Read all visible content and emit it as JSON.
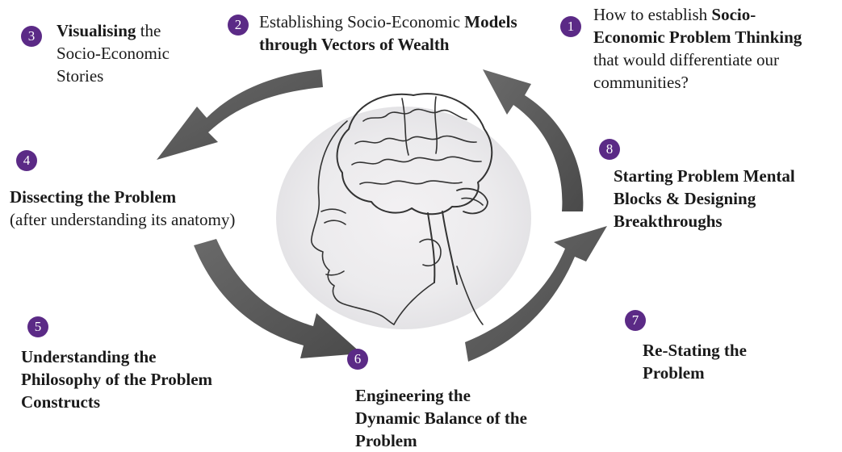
{
  "colors": {
    "badge": "#5b2a86",
    "arrow": "#5a5a5a",
    "text": "#1a1a1a"
  },
  "center_image": "human-head-with-brain-illustration",
  "steps": [
    {
      "number": "1",
      "lines": [
        [
          {
            "t": "How to establish ",
            "b": false
          },
          {
            "t": "Socio-",
            "b": true
          }
        ],
        [
          {
            "t": "Economic Problem Thinking",
            "b": true
          }
        ],
        [
          {
            "t": "that would differentiate our",
            "b": false
          }
        ],
        [
          {
            "t": "communities?",
            "b": false
          }
        ]
      ]
    },
    {
      "number": "2",
      "lines": [
        [
          {
            "t": "Establishing Socio-Economic ",
            "b": false
          },
          {
            "t": "Models",
            "b": true
          }
        ],
        [
          {
            "t": "through Vectors of Wealth",
            "b": true
          }
        ]
      ]
    },
    {
      "number": "3",
      "lines": [
        [
          {
            "t": "Visualising",
            "b": true
          },
          {
            "t": " the",
            "b": false
          }
        ],
        [
          {
            "t": "Socio-Economic",
            "b": false
          }
        ],
        [
          {
            "t": "Stories",
            "b": false
          }
        ]
      ]
    },
    {
      "number": "4",
      "lines": [
        [
          {
            "t": "Dissecting the Problem",
            "b": true
          }
        ],
        [
          {
            "t": "(after understanding its anatomy)",
            "b": false
          }
        ]
      ]
    },
    {
      "number": "5",
      "lines": [
        [
          {
            "t": "Understanding the",
            "b": true
          }
        ],
        [
          {
            "t": "Philosophy of the Problem",
            "b": true
          }
        ],
        [
          {
            "t": "Constructs",
            "b": true
          }
        ]
      ]
    },
    {
      "number": "6",
      "lines": [
        [
          {
            "t": "Engineering the",
            "b": true
          }
        ],
        [
          {
            "t": "Dynamic Balance of the",
            "b": true
          }
        ],
        [
          {
            "t": "Problem",
            "b": true
          }
        ]
      ]
    },
    {
      "number": "7",
      "lines": [
        [
          {
            "t": "Re-Stating the",
            "b": true
          }
        ],
        [
          {
            "t": "Problem",
            "b": true
          }
        ]
      ]
    },
    {
      "number": "8",
      "lines": [
        [
          {
            "t": "Starting Problem Mental",
            "b": true
          }
        ],
        [
          {
            "t": "Blocks & Designing",
            "b": true
          }
        ],
        [
          {
            "t": "Breakthroughs",
            "b": true
          }
        ]
      ]
    }
  ]
}
